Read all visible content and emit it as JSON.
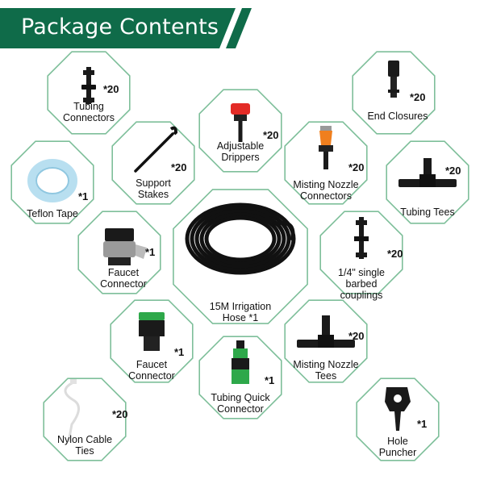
{
  "header": {
    "title": "Package Contents"
  },
  "colors": {
    "banner": "#0f6b49",
    "hex_border": "#7ebf9a"
  },
  "items": [
    {
      "name": "Tubing Connectors",
      "label_lines": [
        "Tubing",
        "Connectors"
      ],
      "qty": "*20",
      "icon": "tubing-connector-icon"
    },
    {
      "name": "Adjustable Drippers",
      "label_lines": [
        "Adjustable",
        "Drippers"
      ],
      "qty": "*20",
      "icon": "dripper-icon"
    },
    {
      "name": "End Closures",
      "label_lines": [
        "End Closures"
      ],
      "qty": "*20",
      "icon": "end-closure-icon"
    },
    {
      "name": "Support Stakes",
      "label_lines": [
        "Support",
        "Stakes"
      ],
      "qty": "*20",
      "icon": "stake-icon"
    },
    {
      "name": "Misting Nozzle Connectors",
      "label_lines": [
        "Misting Nozzle",
        "Connectors"
      ],
      "qty": "*20",
      "icon": "misting-nozzle-icon"
    },
    {
      "name": "Teflon Tape",
      "label_lines": [
        "Teflon Tape"
      ],
      "qty": "*1",
      "icon": "teflon-tape-icon"
    },
    {
      "name": "Tubing Tees",
      "label_lines": [
        "Tubing Tees"
      ],
      "qty": "*20",
      "icon": "tubing-tee-icon"
    },
    {
      "name": "Faucet Connector",
      "label_lines": [
        "Faucet",
        "Connector"
      ],
      "qty": "*1",
      "icon": "faucet-connector-icon"
    },
    {
      "name": "15M Irrigation Hose",
      "label_lines": [
        "15M Irrigation",
        "Hose *1"
      ],
      "qty": "",
      "icon": "hose-coil-icon"
    },
    {
      "name": "1/4\" single barbed couplings",
      "label_lines": [
        "1/4\" single",
        "barbed",
        "couplings"
      ],
      "qty": "*20",
      "icon": "barbed-coupling-icon"
    },
    {
      "name": "Faucet Connector",
      "label_lines": [
        "Faucet",
        "Connector"
      ],
      "qty": "*1",
      "icon": "faucet-adapter-icon"
    },
    {
      "name": "Misting Nozzle Tees",
      "label_lines": [
        "Misting Nozzle",
        "Tees"
      ],
      "qty": "*20",
      "icon": "nozzle-tee-icon"
    },
    {
      "name": "Tubing Quick Connector",
      "label_lines": [
        "Tubing Quick",
        "Connector"
      ],
      "qty": "*1",
      "icon": "quick-connector-icon"
    },
    {
      "name": "Nylon Cable Ties",
      "label_lines": [
        "Nylon Cable",
        "Ties"
      ],
      "qty": "*20",
      "icon": "cable-tie-icon"
    },
    {
      "name": "Hole Puncher",
      "label_lines": [
        "Hole",
        "Puncher"
      ],
      "qty": "*1",
      "icon": "hole-puncher-icon"
    }
  ]
}
